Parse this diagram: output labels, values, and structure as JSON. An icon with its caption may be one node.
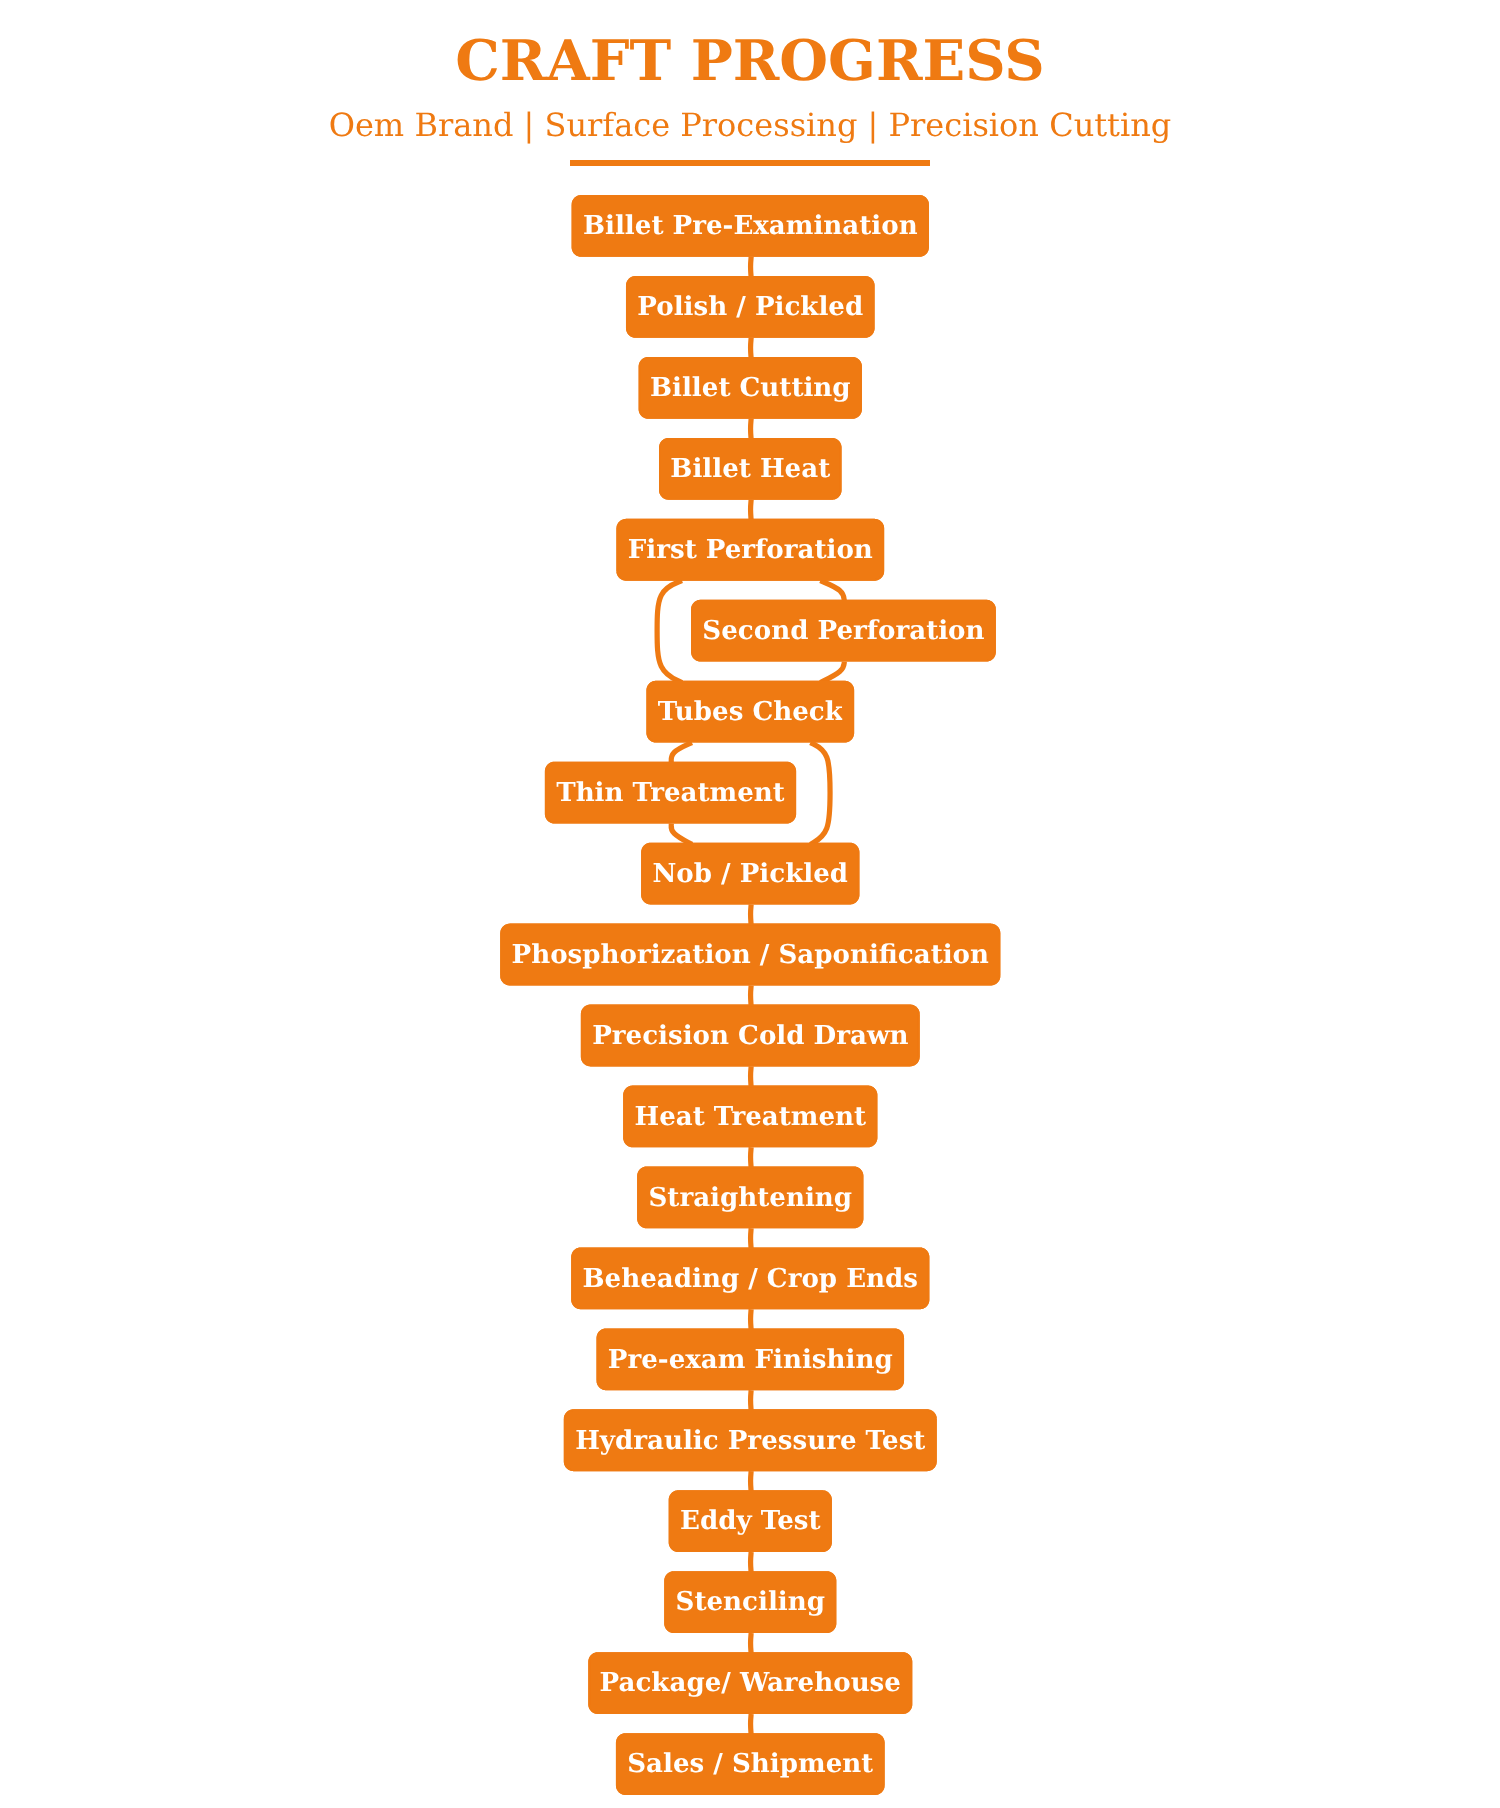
{
  "diagram": {
    "title": "CRAFT PROGRESS",
    "nodes": [
      {
        "text": [
          "Billet Pre-Examination"
        ]
      },
      {
        "text": [
          "Polish / Pickled"
        ]
      },
      {
        "text": [
          "Billet Cutting"
        ]
      },
      {
        "text": [
          "Billet Heat"
        ]
      },
      {
        "text": [
          "Phosphorization / Saponification"
        ]
      },
      {
        "text": [
          "Nob / Pickled"
        ]
      },
      {
        "text": [
          "Tubes Check"
        ]
      },
      {
        "text": [
          "First Perforation"
        ]
      },
      {
        "text": [
          "Thin Treatment"
        ]
      },
      {
        "text": [
          "Second Perforation"
        ]
      },
      {
        "text": [
          "Precision Cold Drawn"
        ]
      },
      {
        "text": [
          "Heat Treatment"
        ]
      },
      {
        "text": [
          "Straightening"
        ]
      },
      {
        "text": [
          "Beheading / Crop Ends"
        ]
      },
      {
        "text": [
          "Stenciling"
        ]
      },
      {
        "text": [
          "Eddy Test"
        ]
      },
      {
        "text": [
          "Hydraulic Pressure Test"
        ]
      },
      {
        "text": [
          "Pre-exam Finishing"
        ]
      },
      {
        "text": [
          "Package/ Warehouse"
        ]
      },
      {
        "text": [
          "Sales / Shipment"
        ]
      }
    ],
    "edges": [
      {
        "from": 0,
        "to": 1,
        "arrow": "none"
      },
      {
        "from": 1,
        "to": 2,
        "arrow": "none"
      },
      {
        "from": 2,
        "to": 3,
        "arrow": "none"
      },
      {
        "from": 3,
        "to": 7,
        "arrow": "none"
      },
      {
        "from": 7,
        "to": 9,
        "arrow": "none"
      },
      {
        "from": 7,
        "to": 6,
        "arrow": "none"
      },
      {
        "from": 9,
        "to": 6,
        "arrow": "none"
      },
      {
        "from": 6,
        "to": 8,
        "arrow": "none"
      },
      {
        "from": 8,
        "to": 5,
        "arrow": "none"
      },
      {
        "from": 6,
        "to": 5,
        "arrow": "none"
      },
      {
        "from": 5,
        "to": 4,
        "arrow": "none"
      },
      {
        "from": 4,
        "to": 10,
        "arrow": "none"
      },
      {
        "from": 10,
        "to": 11,
        "arrow": "none"
      },
      {
        "from": 11,
        "to": 12,
        "arrow": "none"
      },
      {
        "from": 12,
        "to": 13,
        "arrow": "none"
      },
      {
        "from": 13,
        "to": 17,
        "arrow": "none"
      },
      {
        "from": 17,
        "to": 16,
        "arrow": "none"
      },
      {
        "from": 16,
        "to": 15,
        "arrow": "none"
      },
      {
        "from": 15,
        "to": 14,
        "arrow": "none"
      },
      {
        "from": 14,
        "to": 18,
        "arrow": "none"
      },
      {
        "from": 18,
        "to": 19,
        "arrow": "none"
      }
    ],
    "labels": [
      "Oem Brand | Surface Processing | Precision Cutting"
    ]
  }
}
